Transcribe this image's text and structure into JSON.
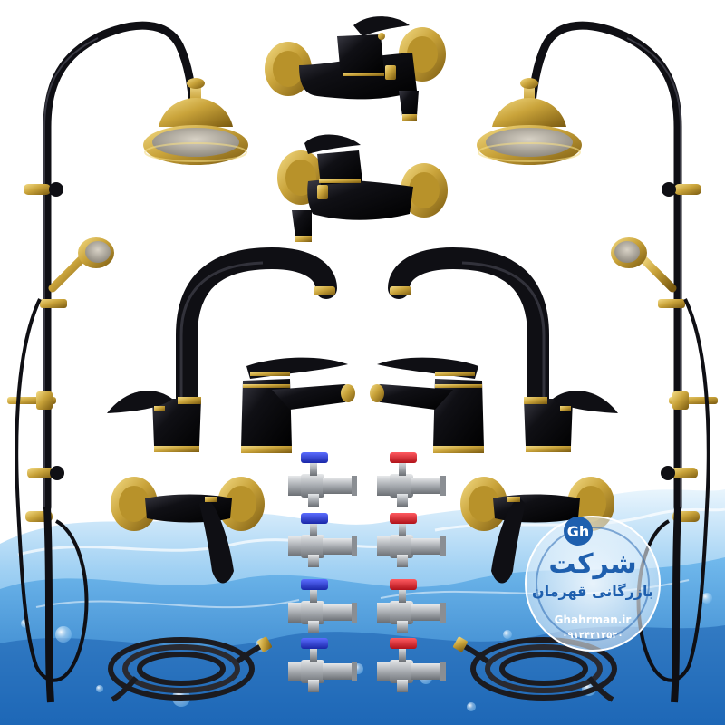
{
  "scene": {
    "description_hidden": "",
    "colors": {
      "metal_black": "#0f0f14",
      "gold": "#c9a33a",
      "gold_light": "#f0d77a",
      "gold_dark": "#8a6a16",
      "chrome": "#b8bcc0",
      "chrome_dark": "#7d8186",
      "handle_blue": "#2a3fd6",
      "handle_red": "#d8202a",
      "water_light": "#d7ecfb",
      "water_mid": "#7fc0ee",
      "water_dark": "#1f78c8",
      "logo_blue": "#1e5fae"
    }
  },
  "logo": {
    "badge": "Gh",
    "line1": "شرکت",
    "line2": "بازرگانی قهرمان",
    "website": "Ghahrman.ir",
    "phone": "۰۹۱۲۴۲۱۲۵۲۰"
  }
}
